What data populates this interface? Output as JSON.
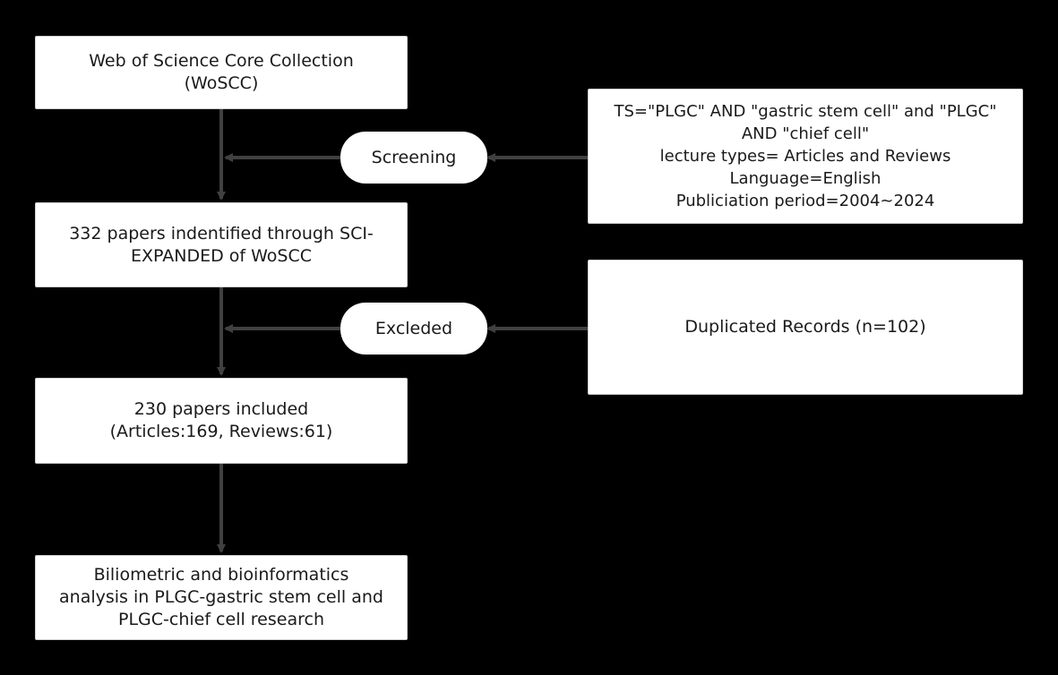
{
  "flowchart": {
    "main_boxes": [
      {
        "id": "source",
        "lines": [
          "Web of Science Core Collection",
          "(WoSCC)"
        ]
      },
      {
        "id": "identified",
        "lines": [
          "332 papers indentified through SCI-",
          "EXPANDED of WoSCC"
        ]
      },
      {
        "id": "included",
        "lines": [
          "230 papers included",
          "(Articles:169, Reviews:61)"
        ]
      },
      {
        "id": "analysis",
        "lines": [
          "Biliometric and bioinformatics",
          "analysis in PLGC-gastric stem cell and",
          "PLGC-chief cell research"
        ]
      }
    ],
    "side_boxes": [
      {
        "id": "criteria",
        "lines": [
          "TS=\"PLGC\" AND \"gastric stem cell\" and \"PLGC\"",
          "AND \"chief cell\"",
          "lecture types= Articles and Reviews",
          "Language=English",
          "Publiciation period=2004~2024"
        ]
      },
      {
        "id": "duplicates",
        "lines": [
          "Duplicated Records (n=102)"
        ]
      }
    ],
    "steps": [
      {
        "id": "screening",
        "label": "Screening"
      },
      {
        "id": "excluded",
        "label": "Excleded"
      }
    ]
  },
  "colors": {
    "background": "#000000",
    "box_fill": "#ffffff",
    "arrow": "#404040",
    "text": "#1a1a1a"
  }
}
